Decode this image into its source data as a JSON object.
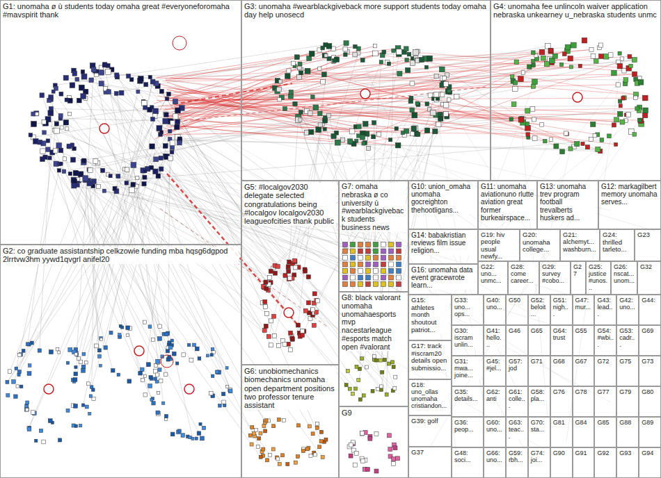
{
  "diagram": {
    "nodes": [
      {
        "text": [
          "G1: unomaha ø ù students today omaha great #everyoneforomaha #mavspirit thank"
        ]
      },
      {
        "text": [
          "G3: unomaha #wearblackgiveback more support students today omaha day help unosecd"
        ]
      },
      {
        "text": [
          "G4: unomaha fee unlincoln waiver application nebraska unkearney u_nebraska students unmc"
        ]
      },
      {
        "text": [
          "G2: co graduate assistantship celkzowie funding mba hqsg6dgpod 2lrrtvw3hm yywd1qvgrl anifel20"
        ]
      },
      {
        "text": [
          "G5: #localgov2030 delegate selected congratulations being #localgov localgov2030 leagueofcities thank public"
        ]
      },
      {
        "text": [
          "G7: omaha nebraska ø co university ù #wearblackgiveback students business news"
        ]
      },
      {
        "text": [
          "G10: union_omaha unomaha gocreighton thehootligans..."
        ]
      },
      {
        "text": [
          "G11: unomaha aviationuno rlutte aviation great former burkeairspace..."
        ]
      },
      {
        "text": [
          "G13: unomaha trev program football trevalberts huskers ad..."
        ]
      },
      {
        "text": [
          "G12: markagilbert memory unomaha serves..."
        ]
      },
      {
        "text": [
          "G14: babakristian reviews film issue religion..."
        ]
      },
      {
        "text": [
          "G19: hiv people usual newfy..."
        ]
      },
      {
        "text": [
          "G20: unomaha college..."
        ]
      },
      {
        "text": [
          "G21: alchemyt... washburn..."
        ]
      },
      {
        "text": [
          "G24: thrilled tarleto..."
        ]
      },
      {
        "text": [
          "G23"
        ]
      },
      {
        "text": [
          "G16: unomaha data event gracewrote learn..."
        ]
      },
      {
        "text": [
          "G22: uno... unmc..."
        ]
      },
      {
        "text": [
          "G28: come career..."
        ]
      },
      {
        "text": [
          "G29: survey #cobo..."
        ]
      },
      {
        "text": [
          "G27"
        ]
      },
      {
        "text": [
          "G25: justice #unos..."
        ]
      },
      {
        "text": [
          "G26: nscat... unom..."
        ]
      },
      {
        "text": [
          "G32"
        ]
      },
      {
        "text": [
          "G8: black valorant unomaha unomahaesports mvp nacestarleague #esports match open #valorant"
        ]
      },
      {
        "text": [
          "G15: athletes month shoutout patriot..."
        ]
      },
      {
        "text": [
          "G33: uno... ops..."
        ]
      },
      {
        "text": [
          "G40: uno..."
        ]
      },
      {
        "text": [
          "G50"
        ]
      },
      {
        "text": [
          "G52: beloit..."
        ]
      },
      {
        "text": [
          "G51: nigh..."
        ]
      },
      {
        "text": [
          "G47: mur..."
        ]
      },
      {
        "text": [
          "G43: lead..."
        ]
      },
      {
        "text": [
          "G42: uno..."
        ]
      },
      {
        "text": [
          "G44:"
        ]
      },
      {
        "text": [
          "G30: iscram unlin..."
        ]
      },
      {
        "text": [
          "G41: hello..."
        ]
      },
      {
        "text": [
          "G46"
        ]
      },
      {
        "text": [
          "G65"
        ]
      },
      {
        "text": [
          "G64: trust"
        ]
      },
      {
        "text": [
          "G55"
        ]
      },
      {
        "text": [
          "G54: #wbi..."
        ]
      },
      {
        "text": [
          "G53: cadr..."
        ]
      },
      {
        "text": [
          "G69"
        ]
      },
      {
        "text": [
          "G17: track #iscram20 details open submissio..."
        ]
      },
      {
        "text": [
          "G31: mwa... joine..."
        ]
      },
      {
        "text": [
          "G45: #jel..."
        ]
      },
      {
        "text": [
          "G57: jod"
        ]
      },
      {
        "text": [
          "G71"
        ]
      },
      {
        "text": [
          "G68"
        ]
      },
      {
        "text": [
          "G67"
        ]
      },
      {
        "text": [
          "G72"
        ]
      },
      {
        "text": [
          "G75"
        ]
      },
      {
        "text": [
          "G73"
        ]
      },
      {
        "text": [
          "G6: unobiomechanics biomechanics unomaha open department positions two professor tenure assistant"
        ]
      },
      {
        "text": [
          "G18: uno_ollas unomaha cristiandon..."
        ]
      },
      {
        "text": [
          "G35: details..."
        ]
      },
      {
        "text": [
          "G62: anti"
        ]
      },
      {
        "text": [
          "G61: colle..."
        ]
      },
      {
        "text": [
          "G58: pla..."
        ]
      },
      {
        "text": [
          "G76"
        ]
      },
      {
        "text": [
          "G78"
        ]
      },
      {
        "text": [
          "G77"
        ]
      },
      {
        "text": [
          "G79"
        ]
      },
      {
        "text": [
          "G80"
        ]
      },
      {
        "text": [
          "G9"
        ]
      },
      {
        "text": [
          "G39: golf"
        ]
      },
      {
        "text": [
          "G36: peop..."
        ]
      },
      {
        "text": [
          "G60: uno..."
        ]
      },
      {
        "text": [
          "G63: teac..."
        ]
      },
      {
        "text": [
          "G70: sta..."
        ]
      },
      {
        "text": [
          "G81"
        ]
      },
      {
        "text": [
          "G84"
        ]
      },
      {
        "text": [
          "G85"
        ]
      },
      {
        "text": [
          "G88"
        ]
      },
      {
        "text": [
          "G89"
        ]
      },
      {
        "text": [
          "G37"
        ]
      },
      {
        "text": [
          "G48: soci..."
        ]
      },
      {
        "text": [
          "G66: uno..."
        ]
      },
      {
        "text": [
          "G59: rbh..."
        ]
      },
      {
        "text": [
          "G74: joi..."
        ]
      },
      {
        "text": [
          "G90"
        ]
      },
      {
        "text": [
          "G91"
        ]
      },
      {
        "text": [
          "G92"
        ]
      },
      {
        "text": [
          "G93"
        ]
      },
      {
        "text": [
          "G94"
        ]
      }
    ]
  }
}
